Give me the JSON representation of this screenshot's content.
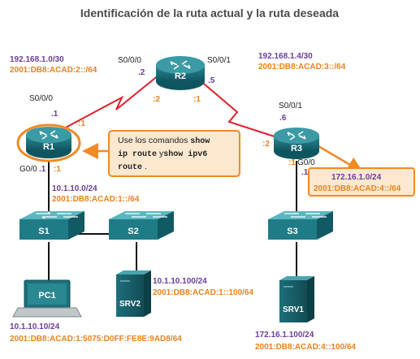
{
  "title": "Identificación de la ruta actual y la ruta deseada",
  "routers": {
    "r1": {
      "label": "R1",
      "iface_serial": "S0/0/0",
      "iface_serial_host": ".1",
      "serial_dce": ":1",
      "iface_gig": "G0/0",
      "gig_host": ".1",
      "gig_v6": ":1"
    },
    "r2": {
      "label": "R2",
      "iface_left": "S0/0/0",
      "left_host": ".2",
      "left_v6": ":2",
      "iface_right": "S0/0/1",
      "right_host": ".5",
      "right_v6": ":1"
    },
    "r3": {
      "label": "R3",
      "iface_serial": "S0/0/1",
      "serial_host": ".6",
      "serial_v6": ":2",
      "iface_gig": "G0/0",
      "gig_host": ".1",
      "gig_v6": ":1"
    }
  },
  "networks": {
    "r1_r2_v4": "192.168.1.0/30",
    "r1_r2_v6": "2001:DB8:ACAD:2::/64",
    "r2_r3_v4": "192.168.1.4/30",
    "r2_r3_v6": "2001:DB8:ACAD:3::/64",
    "lan1_v4": "10.1.10.0/24",
    "lan1_v6": "2001:DB8:ACAD:1::/64",
    "lan3_v4": "172.16.1.0/24",
    "lan3_v6": "2001:DB8:ACAD:4::/64"
  },
  "callout": {
    "line1_pre": "Use los comandos",
    "line1_cmd": "show",
    "line2_cmd1": "ip route",
    "line2_mid": "y",
    "line2_cmd2": "show ipv6",
    "line3_cmd": "route",
    "line3_post": "."
  },
  "switches": {
    "s1": "S1",
    "s2": "S2",
    "s3": "S3"
  },
  "hosts": {
    "pc1": {
      "label": "PC1",
      "ipv4": "10.1.10.10/24",
      "ipv6": "2001:DB8:ACAD:1:5075:D0FF:FE8E:9AD8/64"
    },
    "srv2": {
      "label": "SRV2",
      "ipv4": "10.1.10.100/24",
      "ipv6": "2001:DB8:ACAD:1::100/64"
    },
    "srv1": {
      "label": "SRV1",
      "ipv4": "172.16.1.100/24",
      "ipv6": "2001:DB8:ACAD:4::100/64"
    }
  },
  "colors": {
    "router": "#1a6f7a",
    "switch": "#1f7b86",
    "highlight": "#f08a24",
    "serial_link": "#e0202b",
    "ipv4_text": "#6a3d9a",
    "ipv6_text": "#e8831c"
  }
}
